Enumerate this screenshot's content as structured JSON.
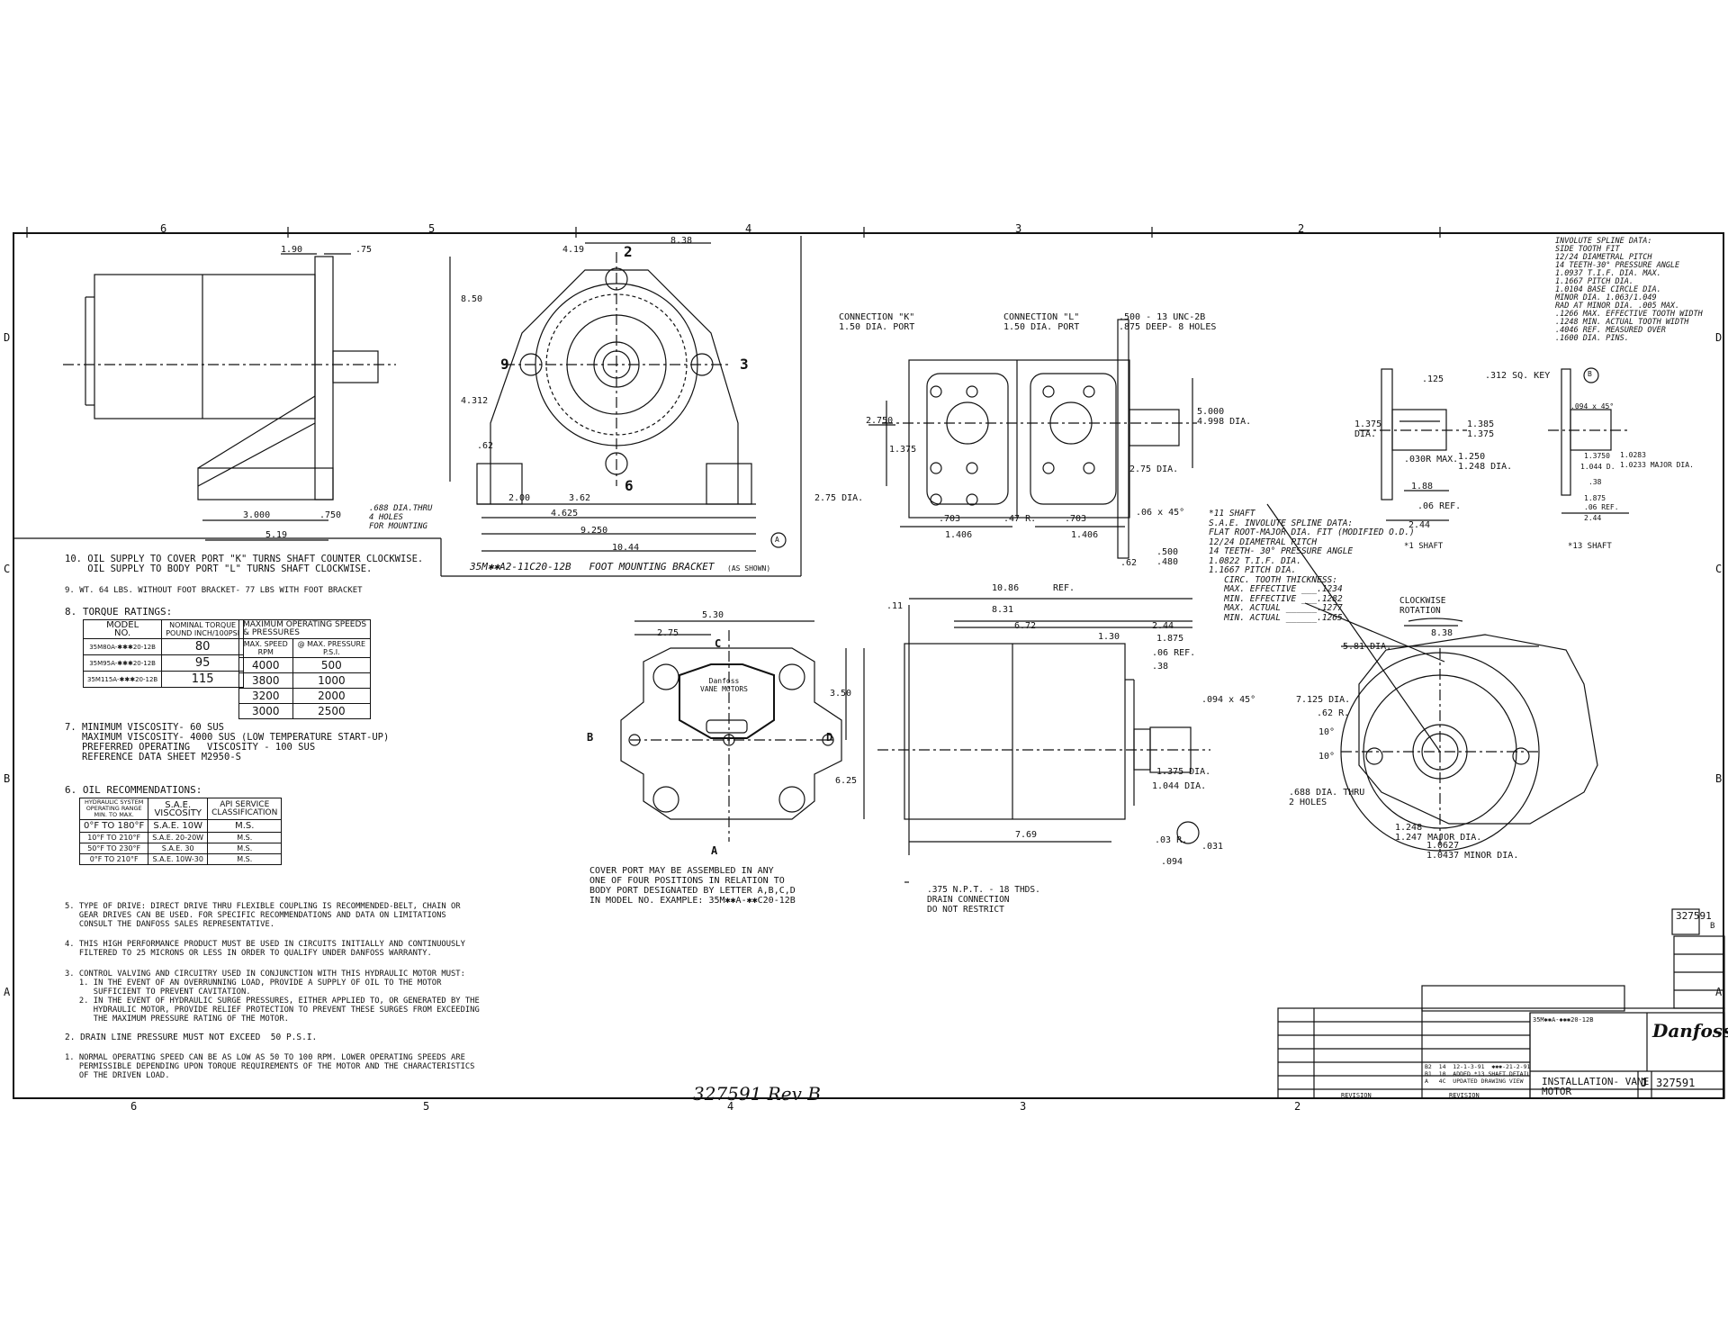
{
  "border": {
    "top_zones": [
      "6",
      "5",
      "4",
      "3",
      "2"
    ],
    "bottom_zones": [
      "6",
      "5",
      "4",
      "3",
      "2"
    ],
    "left_zones": [
      "D",
      "C",
      "B",
      "A"
    ],
    "right_zones": [
      "D",
      "C",
      "B",
      "A"
    ]
  },
  "side_view": {
    "dims": [
      "1.90",
      ".75",
      "3.000",
      ".750",
      "5.19"
    ],
    "note": ".688 DIA.THRU\n4 HOLES\nFOR MOUNTING"
  },
  "bracket_view": {
    "dims": [
      "4.19",
      "8.38",
      "8.50",
      "4.312",
      ".62",
      "2.00",
      "3.62",
      "4.625",
      "9.250",
      "10.44"
    ],
    "ports": [
      "2",
      "3",
      "6",
      "9"
    ],
    "caption": "35M✱✱A2-11C20-12B   FOOT MOUNTING BRACKET",
    "caption_note": "(AS SHOWN)",
    "circle_label": "A"
  },
  "port_view": {
    "conn_k": "CONNECTION \"K\"\n1.50 DIA. PORT",
    "conn_l": "CONNECTION \"L\"\n1.50 DIA. PORT",
    "thread": ".500 - 13 UNC-2B\n.875 DEEP- 8 HOLES",
    "dims": [
      "2.750",
      "1.375",
      "2.75 DIA.",
      ".703",
      "1.406",
      ".47 R.",
      ".703",
      "1.406",
      "2.75 DIA.",
      ".06 x 45°",
      ".62",
      ".500\n.480",
      "5.000\n4.998 DIA."
    ]
  },
  "shaft_view": {
    "dims": [
      ".125",
      ".312 SQ. KEY",
      "1.375\nDIA.",
      "1.385\n1.375",
      ".030R MAX.",
      "1.250\n1.248 DIA.",
      "1.88",
      ".06 REF.",
      "2.44"
    ],
    "label": "*1 SHAFT"
  },
  "spline_view": {
    "dims": [
      ".094 x 45°",
      "1.3750",
      "1.044 D.",
      ".38",
      "1.875",
      ".06 REF.",
      "2.44",
      "1.0283\n1.0233 MAJOR DIA."
    ],
    "label": "*13 SHAFT",
    "data": "INVOLUTE SPLINE DATA:\nSIDE TOOTH FIT\n12/24 DIAMETRAL PITCH\n14 TEETH-30° PRESSURE ANGLE\n1.0937 T.I.F. DIA. MAX.\n1.1667 PITCH DIA.\n1.0104 BASE CIRCLE DIA.\nMINOR DIA. 1.063/1.049\nRAD AT MINOR DIA. .005 MAX.\n.1266 MAX. EFFECTIVE TOOTH WIDTH\n.1248 MIN. ACTUAL TOOTH WIDTH\n.4046 REF. MEASURED OVER\n.1600 DIA. PINS.",
    "circle_label": "B"
  },
  "shaft11": {
    "text": "*11 SHAFT\nS.A.E. INVOLUTE SPLINE DATA:\nFLAT ROOT-MAJOR DIA. FIT (MODIFIED O.D.)\n12/24 DIAMETRAL PITCH\n14 TEETH- 30° PRESSURE ANGLE\n1.0822 T.I.F. DIA.\n1.1667 PITCH DIA.\n   CIRC. TOOTH THICKNESS:\n   MAX. EFFECTIVE ___.1234\n   MIN. EFFECTIVE ___.1282\n   MAX. ACTUAL ______.1277\n   MIN. ACTUAL ______.1265"
  },
  "front_view": {
    "dims": [
      "5.30",
      "2.75",
      "3.50",
      "6.25"
    ],
    "letters": [
      "A",
      "B",
      "C",
      "D"
    ],
    "nameplate": "Danfoss\nVANE MOTORS",
    "note": "COVER PORT MAY BE ASSEMBLED IN ANY\nONE OF FOUR POSITIONS IN RELATION TO\nBODY PORT DESIGNATED BY LETTER A,B,C,D\nIN MODEL NO. EXAMPLE: 35M✱✱A-✱✱C20-12B"
  },
  "elevation_view": {
    "dims": [
      "10.86",
      "REF.",
      "8.31",
      "6.72",
      "1.30",
      "2.44",
      "1.875",
      ".06 REF.",
      ".38",
      ".094 x 45°",
      "1.375 DIA.",
      "1.044 DIA.",
      "7.69",
      ".11",
      ".03 R.",
      ".031",
      ".094"
    ],
    "drain": ".375 N.P.T. - 18 THDS.\nDRAIN CONNECTION\nDO NOT RESTRICT"
  },
  "end_view": {
    "rotation": "CLOCKWISE\nROTATION",
    "dims": [
      "8.38",
      "5.81 DIA.",
      "7.125 DIA.",
      ".62 R.",
      "10°",
      "10°",
      ".688 DIA. THRU\n2 HOLES",
      "1.248\n1.247 MAJOR DIA.",
      "1.0627\n1.0437 MINOR DIA."
    ]
  },
  "notes": {
    "n10": "10. OIL SUPPLY TO COVER PORT \"K\" TURNS SHAFT COUNTER CLOCKWISE.\n    OIL SUPPLY TO BODY PORT \"L\" TURNS SHAFT CLOCKWISE.",
    "n9": "9. WT. 64 LBS. WITHOUT FOOT BRACKET- 77 LBS WITH FOOT BRACKET",
    "n8": "8. TORQUE RATINGS:",
    "n7": "7. MINIMUM VISCOSITY- 60 SUS\n   MAXIMUM VISCOSITY- 4000 SUS (LOW TEMPERATURE START-UP)\n   PREFERRED OPERATING   VISCOSITY - 100 SUS\n   REFERENCE DATA SHEET M2950-S",
    "n6": "6. OIL RECOMMENDATIONS:",
    "n5": "5. TYPE OF DRIVE: DIRECT DRIVE THRU FLEXIBLE COUPLING IS RECOMMENDED-BELT, CHAIN OR\n   GEAR DRIVES CAN BE USED. FOR SPECIFIC RECOMMENDATIONS AND DATA ON LIMITATIONS\n   CONSULT THE DANFOSS SALES REPRESENTATIVE.",
    "n4": "4. THIS HIGH PERFORMANCE PRODUCT MUST BE USED IN CIRCUITS INITIALLY AND CONTINUOUSLY\n   FILTERED TO 25 MICRONS OR LESS IN ORDER TO QUALIFY UNDER DANFOSS WARRANTY.",
    "n3": "3. CONTROL VALVING AND CIRCUITRY USED IN CONJUNCTION WITH THIS HYDRAULIC MOTOR MUST:\n   1. IN THE EVENT OF AN OVERRUNNING LOAD, PROVIDE A SUPPLY OF OIL TO THE MOTOR\n      SUFFICIENT TO PREVENT CAVITATION.\n   2. IN THE EVENT OF HYDRAULIC SURGE PRESSURES, EITHER APPLIED TO, OR GENERATED BY THE\n      HYDRAULIC MOTOR, PROVIDE RELIEF PROTECTION TO PREVENT THESE SURGES FROM EXCEEDING\n      THE MAXIMUM PRESSURE RATING OF THE MOTOR.",
    "n2": "2. DRAIN LINE PRESSURE MUST NOT EXCEED  50 P.S.I.",
    "n1": "1. NORMAL OPERATING SPEED CAN BE AS LOW AS 50 TO 100 RPM. LOWER OPERATING SPEEDS ARE\n   PERMISSIBLE DEPENDING UPON TORQUE REQUIREMENTS OF THE MOTOR AND THE CHARACTERISTICS\n   OF THE DRIVEN LOAD."
  },
  "torque_table": {
    "headers": [
      "MODEL\nNO.",
      "NOMINAL TORQUE\nPOUND INCH/100PSI"
    ],
    "rows": [
      [
        "35M80A-✱✱✱20-12B",
        "80"
      ],
      [
        "35M95A-✱✱✱20-12B",
        "95"
      ],
      [
        "35M115A-✱✱✱20-12B",
        "115"
      ]
    ]
  },
  "speed_table": {
    "title": "MAXIMUM OPERATING SPEEDS\n& PRESSURES",
    "headers": [
      "MAX. SPEED\nRPM",
      "@ MAX. PRESSURE\nP.S.I."
    ],
    "rows": [
      [
        "4000",
        "500"
      ],
      [
        "3800",
        "1000"
      ],
      [
        "3200",
        "2000"
      ],
      [
        "3000",
        "2500"
      ]
    ]
  },
  "oil_table": {
    "headers": [
      "HYDRAULIC SYSTEM\nOPERATING RANGE\nMIN. TO MAX.",
      "S.A.E.\nVISCOSITY",
      "API SERVICE\nCLASSIFICATION"
    ],
    "rows": [
      [
        "0°F TO 180°F",
        "S.A.E. 10W",
        "M.S."
      ],
      [
        "10°F TO 210°F",
        "S.A.E. 20-20W",
        "M.S."
      ],
      [
        "50°F TO 230°F",
        "S.A.E. 30",
        "M.S."
      ],
      [
        "0°F TO 210°F",
        "S.A.E. 10W-30",
        "M.S."
      ]
    ]
  },
  "title_block": {
    "number_tab": "327591",
    "rev_tab": "B",
    "model": "35M✱✱A-✱✱✱20-12B",
    "brand": "Danfoss",
    "title": "INSTALLATION- VANE\nMOTOR",
    "size": "J",
    "dwg_no": "327591",
    "revision_label": "REVISION",
    "rev_entries": [
      "B2  14  12-1-3-91  ✱✱✱-21-2-91",
      "B1  10  ADDED *13 SHAFT DETAIL",
      "A   4C  UPDATED DRAWING VIEW"
    ],
    "handwritten": "327591 Rev B"
  }
}
